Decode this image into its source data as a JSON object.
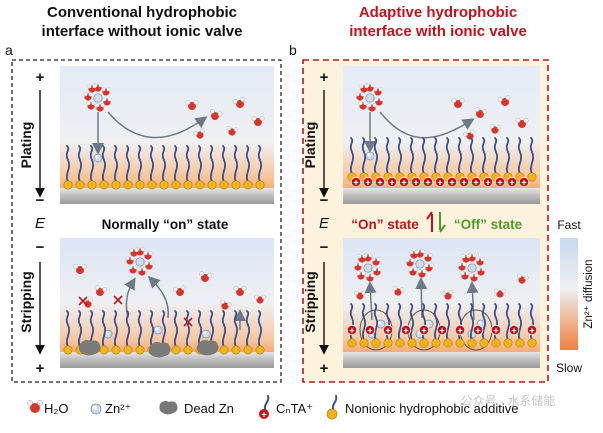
{
  "panel_a": {
    "title_line1": "Conventional hydrophobic",
    "title_line2": "interface without ionic valve",
    "letter": "a",
    "state_label": "Normally “on” state"
  },
  "panel_b": {
    "title_line1": "Adaptive hydrophobic",
    "title_line2": "interface with ionic valve",
    "letter": "b",
    "on_label": "“On” state",
    "off_label": "“Off” state"
  },
  "axis": {
    "plus": "+",
    "minus": "−",
    "potential": "E",
    "plating": "Plating",
    "stripping": "Stripping"
  },
  "diffusion_scale": {
    "top": "Fast",
    "bottom": "Slow",
    "label": "Zn²⁺ diffusion"
  },
  "legend": {
    "h2o": "H₂O",
    "zn": "Zn²⁺",
    "dead_zn": "Dead Zn",
    "cnta": "CₙTA⁺",
    "nonionic": "Nonionic hydrophobic additive"
  },
  "watermark": "公众号 · 水系储能",
  "colors": {
    "red": "#c0131d",
    "green": "#4e9a2e",
    "blue_chain": "#3a4f8f",
    "electrolyte_top": "#d9e4f4",
    "electrolyte_bottom": "#f39a55",
    "panel_b_bg": "#fdf2dc"
  }
}
